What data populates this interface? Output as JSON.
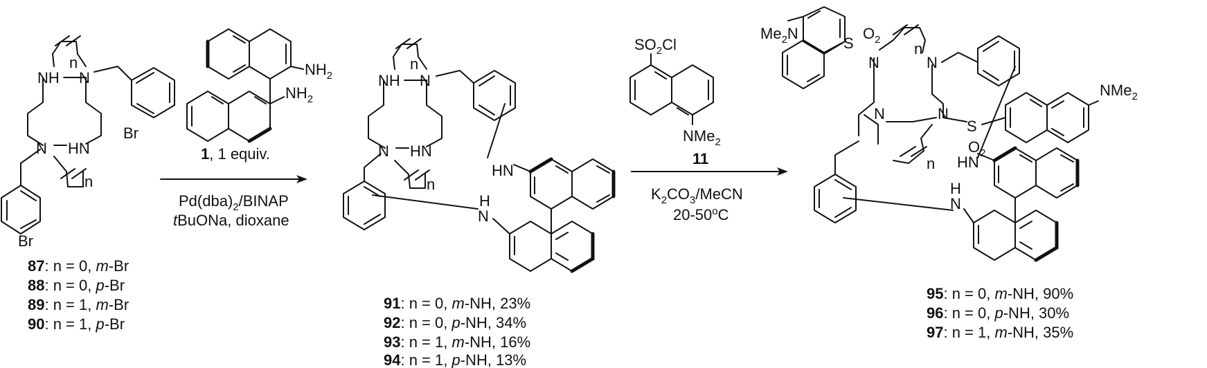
{
  "scheme": {
    "start_labels": [
      {
        "num": "87",
        "rest_a": ": n = 0, ",
        "sub": "m",
        "rest_b": "-Br"
      },
      {
        "num": "88",
        "rest_a": ": n = 0, ",
        "sub": "p",
        "rest_b": "-Br"
      },
      {
        "num": "89",
        "rest_a": ": n = 1, ",
        "sub": "m",
        "rest_b": "-Br"
      },
      {
        "num": "90",
        "rest_a": ": n = 1, ",
        "sub": "p",
        "rest_b": "-Br"
      }
    ],
    "mid_labels": [
      {
        "num": "91",
        "rest_a": ": n = 0, ",
        "sub": "m",
        "rest_b": "-NH, 23%"
      },
      {
        "num": "92",
        "rest_a": ": n = 0, ",
        "sub": "p",
        "rest_b": "-NH, 34%"
      },
      {
        "num": "93",
        "rest_a": ": n = 1, ",
        "sub": "m",
        "rest_b": "-NH, 16%"
      },
      {
        "num": "94",
        "rest_a": ": n = 1, ",
        "sub": "p",
        "rest_b": "-NH, 13%"
      }
    ],
    "end_labels": [
      {
        "num": "95",
        "rest_a": ": n = 0, ",
        "sub": "m",
        "rest_b": "-NH, 90%"
      },
      {
        "num": "96",
        "rest_a": ": n = 0, ",
        "sub": "p",
        "rest_b": "-NH, 30%"
      },
      {
        "num": "97",
        "rest_a": ": n = 1, ",
        "sub": "m",
        "rest_b": "-NH, 35%"
      }
    ],
    "step1": {
      "reagent_num": "1",
      "reagent_rest": ", 1 equiv.",
      "cond1": "Pd(dba)2/BINAP",
      "cond2_italic": "t",
      "cond2_rest": "BuONa, dioxane"
    },
    "step2": {
      "reagent_num": "11",
      "cond1": "K2CO3/MeCN",
      "cond2": "20-50oC"
    },
    "atoms": {
      "NH": "NH",
      "HN": "HN",
      "N": "N",
      "H": "H",
      "n": "n",
      "Br": "Br",
      "NH2": "NH2",
      "SO2Cl": "SO2Cl",
      "NMe2": "NMe2",
      "Me2N": "Me2N",
      "S": "S",
      "O2": "O2"
    }
  }
}
